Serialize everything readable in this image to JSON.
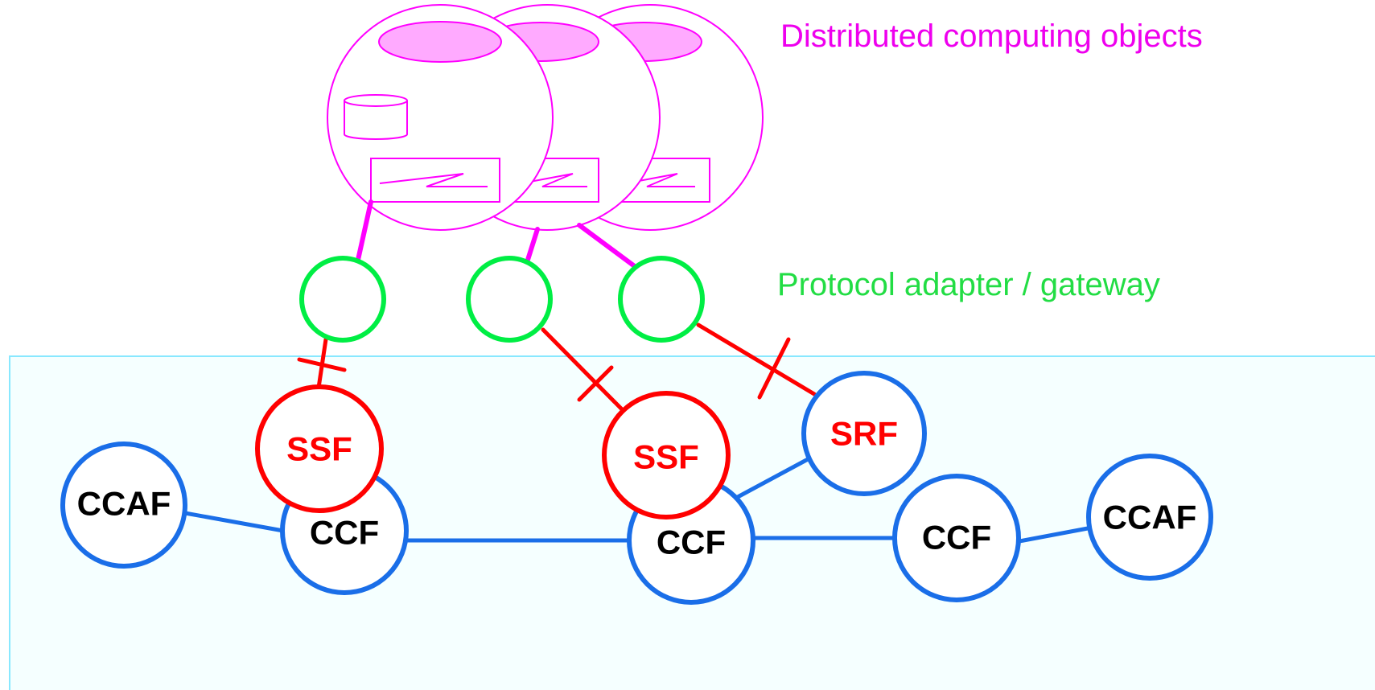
{
  "labels": {
    "distributed": "Distributed computing objects",
    "protocol": "Protocol adapter / gateway"
  },
  "nodes": {
    "ssf_left": "SSF",
    "ssf_mid": "SSF",
    "srf": "SRF",
    "ccaf_left": "CCAF",
    "ccf_left": "CCF",
    "ccf_mid": "CCF",
    "ccf_right": "CCF",
    "ccaf_right": "CCAF"
  },
  "colors": {
    "magenta": "#ff00ff",
    "magenta_fill": "#ffaaff",
    "green": "#00ee44",
    "red": "#ff0000",
    "blue": "#1a6ee8",
    "panel_fill": "#f5ffff",
    "panel_border": "#88e8ff",
    "label_green": "#22dd44",
    "label_magenta": "#ee00ee"
  }
}
